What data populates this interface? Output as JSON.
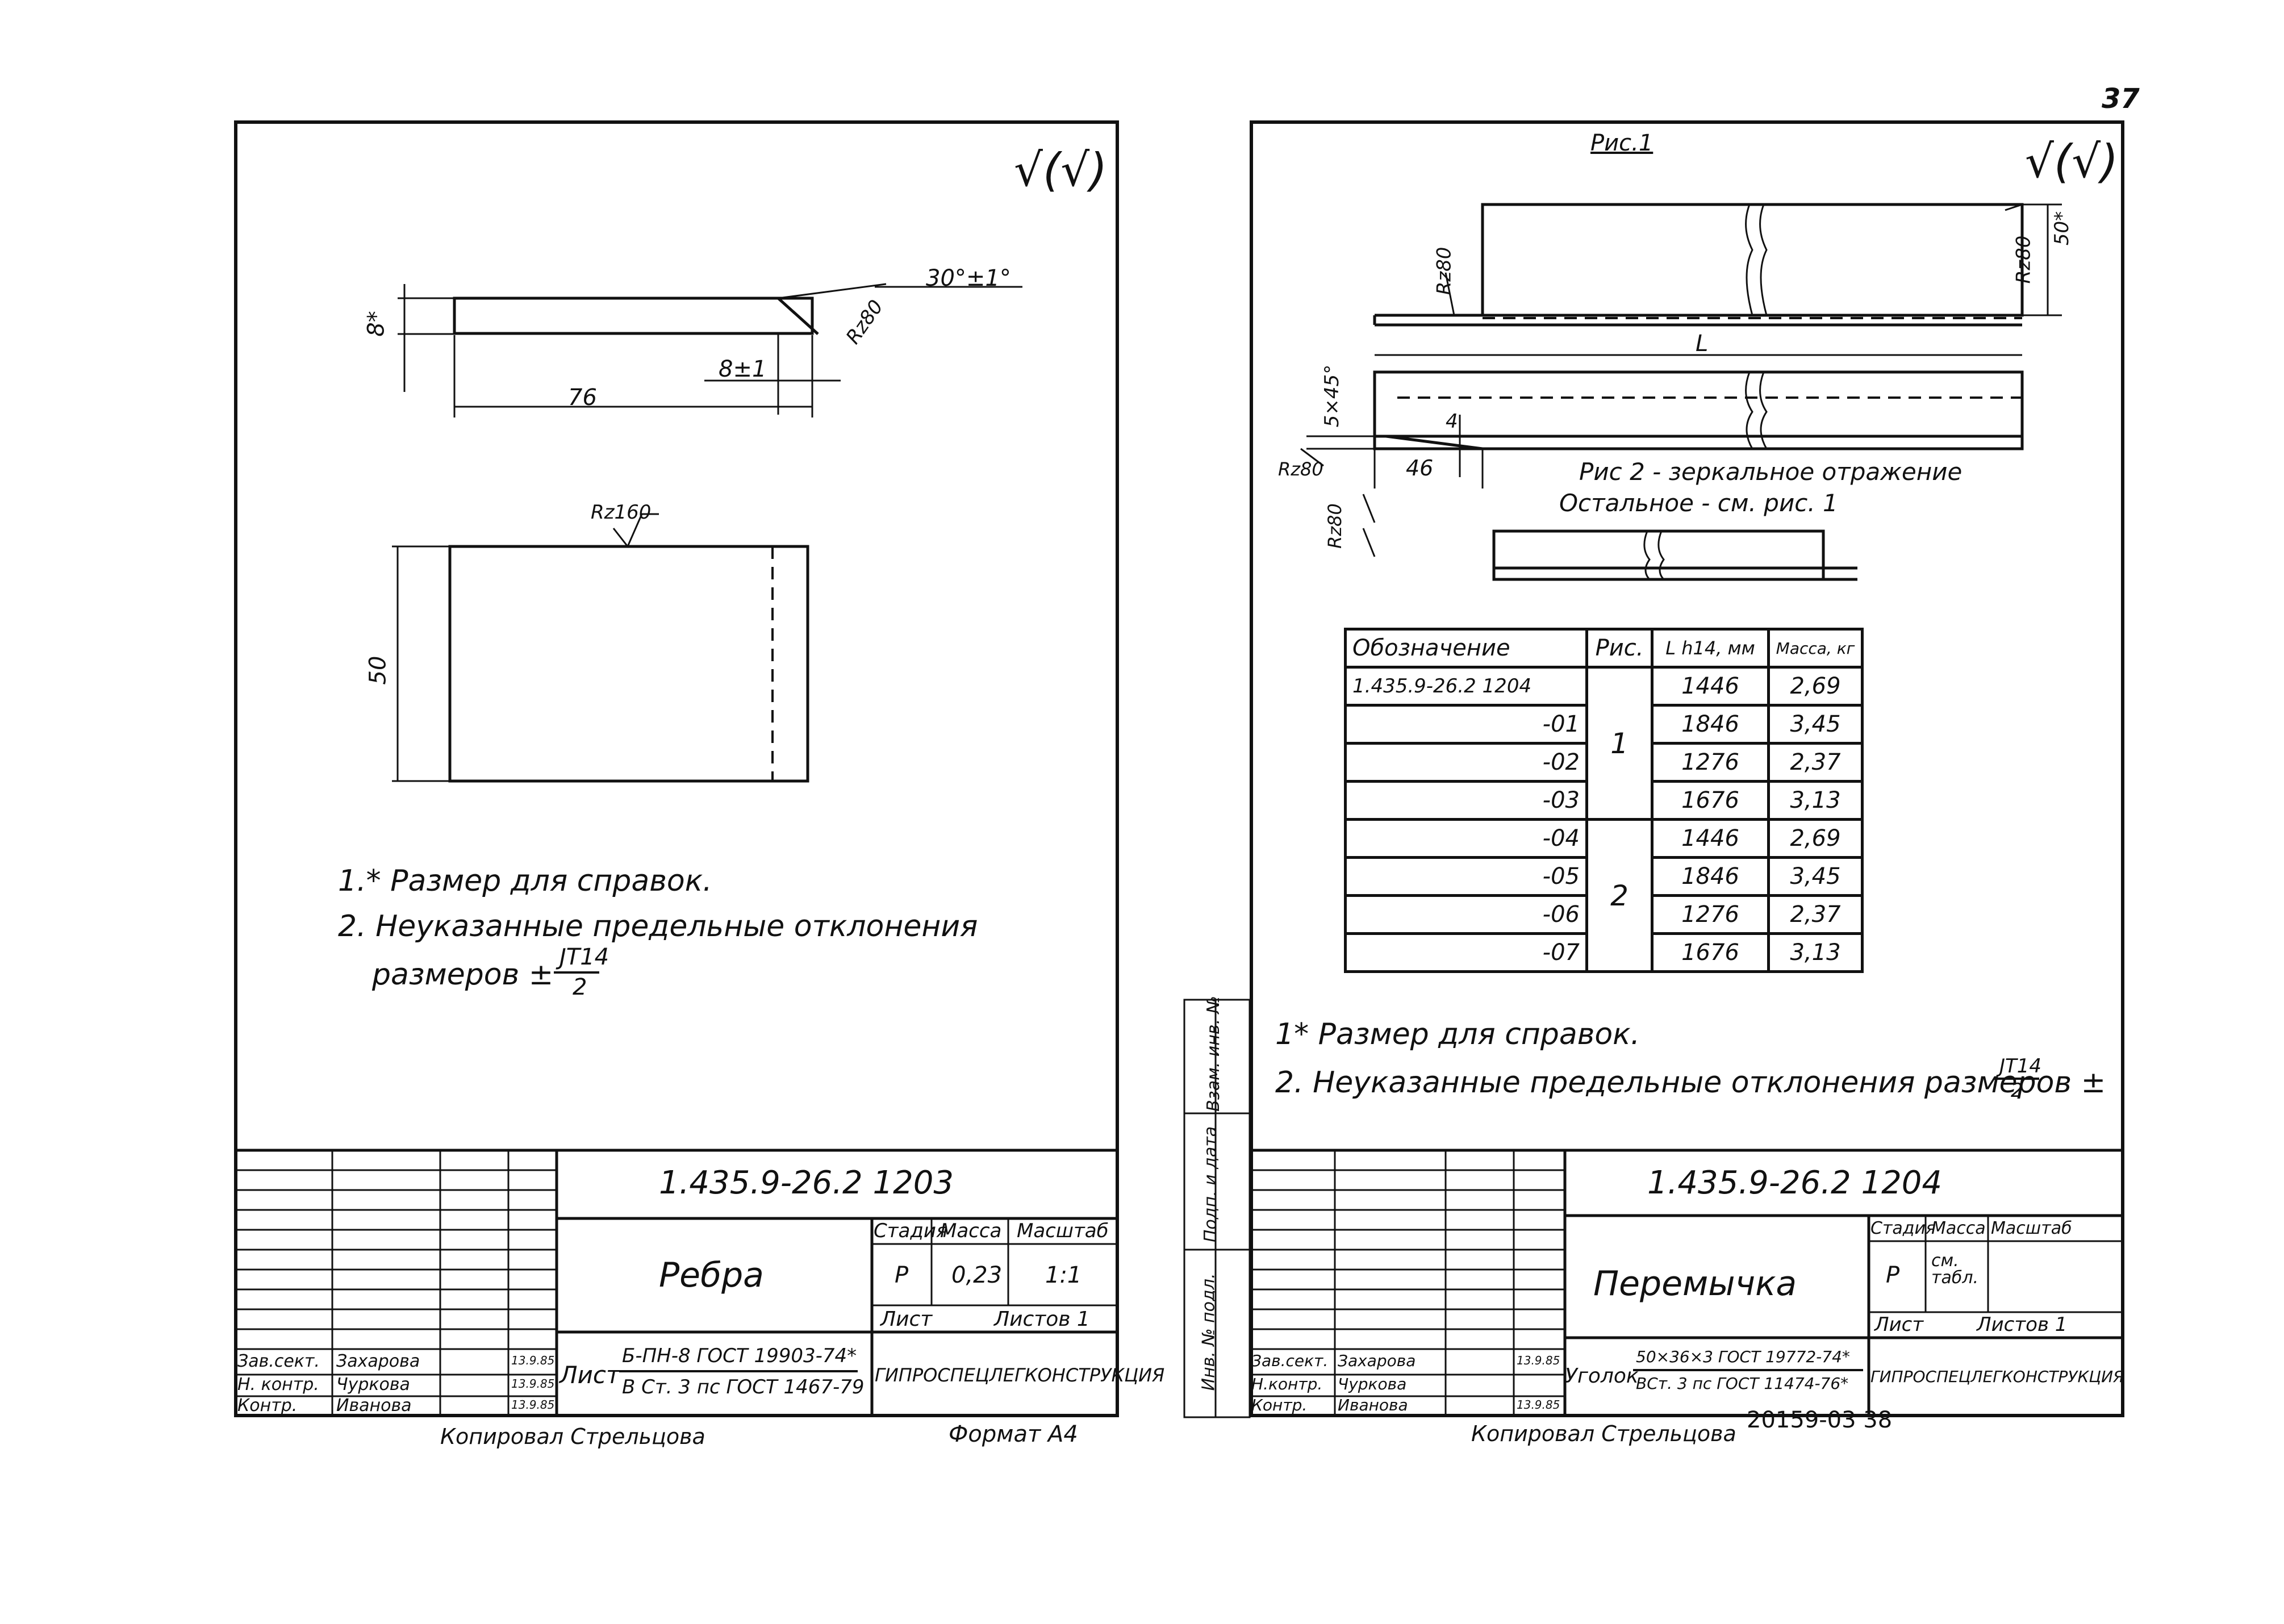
{
  "page": {
    "number": "37",
    "stamp": "20159-03 38",
    "side_labels": [
      "Инв. № подл.",
      "Подп. и дата",
      "Взам. инв. №"
    ]
  },
  "left": {
    "roughness": "√(√)",
    "dimensions": {
      "height": "8*",
      "length": "76",
      "angle": "30°±1°",
      "chamfer": "8±1",
      "ra": "Rz80",
      "width": "50",
      "surface": "Rz160"
    },
    "notes": [
      "1.* Размер для справок.",
      "2. Неуказанные предельные отклонения",
      "размеров ±"
    ],
    "tol_num": "JT14",
    "tol_den": "2",
    "title_block": {
      "code": "1.435.9-26.2  1203",
      "name": "Ребра",
      "headers": [
        "Стадия",
        "Масса",
        "Масштаб"
      ],
      "values": [
        "Р",
        "0,23",
        "1:1"
      ],
      "sheet": "Лист",
      "sheets": "Листов  1",
      "material_label": "Лист",
      "material_top": "Б-ПН-8 ГОСТ 19903-74*",
      "material_bottom": "В Ст. 3 пс ГОСТ 1467-79",
      "org": "ГИПРОСПЕЦЛЕГКОНСТРУКЦИЯ",
      "people": [
        {
          "role": "Зав.сект.",
          "name": "Захарова",
          "date": "13.9.85"
        },
        {
          "role": "Н. контр.",
          "name": "Чуркова",
          "date": "13.9.85"
        },
        {
          "role": "Контр.",
          "name": "Иванова",
          "date": "13.9.85"
        }
      ]
    },
    "copied": "Копировал Стрельцова",
    "format": "Формат А4"
  },
  "right": {
    "roughness": "√(√)",
    "fig1": "Рис.1",
    "fig2_note": "Рис 2 - зеркальное отражение",
    "fig2_note2": "Остальное - см. рис. 1",
    "dimensions": {
      "ra_left": "Rz80",
      "ra_right": "Rz80",
      "height": "50*",
      "length": "L",
      "chamfer": "5×45°",
      "thickness": "4",
      "flange": "46",
      "ra_bottom": "Rz80",
      "ra_bottom2": "Rz80"
    },
    "table": {
      "headers": [
        "Обозначение",
        "Рис.",
        "L h14, мм",
        "Масса, кг"
      ],
      "rows": [
        {
          "code": "1.435.9-26.2  1204",
          "fig": "",
          "L": "1446",
          "mass": "2,69"
        },
        {
          "code": "-01",
          "fig": "",
          "L": "1846",
          "mass": "3,45"
        },
        {
          "code": "-02",
          "fig": "1",
          "L": "1276",
          "mass": "2,37"
        },
        {
          "code": "-03",
          "fig": "",
          "L": "1676",
          "mass": "3,13"
        },
        {
          "code": "-04",
          "fig": "",
          "L": "1446",
          "mass": "2,69"
        },
        {
          "code": "-05",
          "fig": "2",
          "L": "1846",
          "mass": "3,45"
        },
        {
          "code": "-06",
          "fig": "",
          "L": "1276",
          "mass": "2,37"
        },
        {
          "code": "-07",
          "fig": "",
          "L": "1676",
          "mass": "3,13"
        }
      ]
    },
    "notes": [
      "1* Размер для справок.",
      "2. Неуказанные предельные отклонения размеров ±"
    ],
    "tol_num": "JT14",
    "tol_den": "2",
    "title_block": {
      "code": "1.435.9-26.2  1204",
      "name": "Перемычка",
      "headers": [
        "Стадия",
        "Масса",
        "Масштаб"
      ],
      "values": [
        "Р",
        "см. табл.",
        ""
      ],
      "sheet": "Лист",
      "sheets": "Листов  1",
      "material_label": "Уголок",
      "material_top": "50×36×3 ГОСТ 19772-74*",
      "material_bottom": "ВСт. 3 пс ГОСТ 11474-76*",
      "org": "ГИПРОСПЕЦЛЕГКОНСТРУКЦИЯ",
      "people": [
        {
          "role": "Зав.сект.",
          "name": "Захарова",
          "date": "13.9.85"
        },
        {
          "role": "Н.контр.",
          "name": "Чуркова",
          "date": ""
        },
        {
          "role": "Контр.",
          "name": "Иванова",
          "date": "13.9.85"
        }
      ]
    },
    "copied": "Копировал Стрельцова"
  }
}
